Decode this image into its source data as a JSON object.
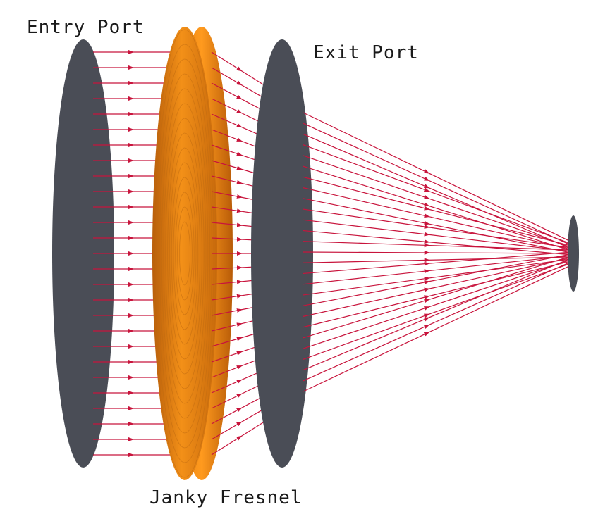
{
  "labels": {
    "entry_port": "Entry Port",
    "exit_port": "Exit Port",
    "fresnel": "Janky Fresnel"
  },
  "colors": {
    "port": "#4a4d56",
    "ray": "#c8143c",
    "lens_edge": "#d9700a",
    "lens_face": "#f08a14",
    "lens_ring": "#c06a10",
    "background": "#ffffff"
  },
  "components": [
    "entry-port",
    "fresnel-lens",
    "exit-port",
    "detector"
  ]
}
